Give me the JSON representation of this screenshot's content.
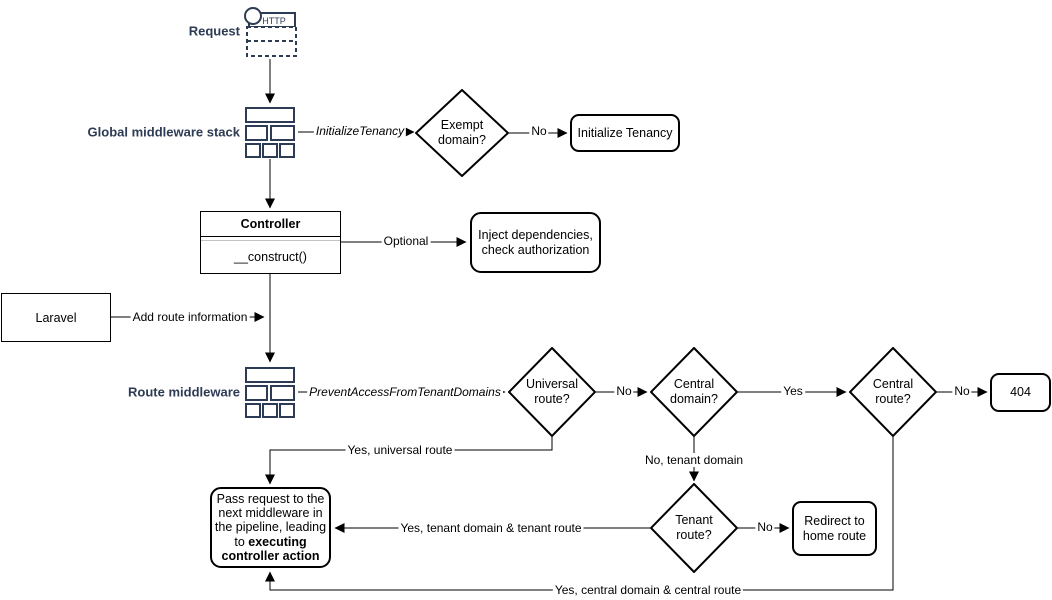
{
  "diagram": {
    "colors": {
      "shape_stroke": "#000000",
      "label_navy": "#2d3b54",
      "background": "#ffffff"
    },
    "side_labels": {
      "request": "Request",
      "global_middleware": "Global middleware stack",
      "route_middleware": "Route middleware"
    },
    "icons": {
      "http_request_icon": "http-request-icon",
      "http_text": "HTTP",
      "middleware_stack_icon": "middleware-stack-icon"
    },
    "nodes": {
      "exempt_domain": "Exempt domain?",
      "initialize_tenancy": "Initialize Tenancy",
      "controller_title": "Controller",
      "controller_method": "__construct()",
      "inject_dependencies": "Inject dependencies, check authorization",
      "laravel": "Laravel",
      "universal_route": "Universal route?",
      "central_domain": "Central domain?",
      "central_route": "Central route?",
      "not_found": "404",
      "tenant_route": "Tenant route?",
      "redirect_home": "Redirect to home route",
      "pass_request_prefix": "Pass request to the next middleware in the pipeline, leading to ",
      "pass_request_bold": "executing controller action"
    },
    "edge_labels": {
      "initialize_tenancy_middleware": "InitializeTenancy",
      "exempt_no": "No",
      "optional": "Optional",
      "add_route_information": "Add route information",
      "prevent_access_middleware": "PreventAccessFromTenantDomains",
      "universal_no": "No",
      "central_domain_yes": "Yes",
      "central_route_no": "No",
      "yes_universal_route": "Yes, universal route",
      "no_tenant_domain": "No, tenant domain",
      "yes_tenant_domain_route": "Yes, tenant domain & tenant route",
      "tenant_route_no": "No",
      "yes_central_domain_route": "Yes, central domain & central route"
    }
  }
}
